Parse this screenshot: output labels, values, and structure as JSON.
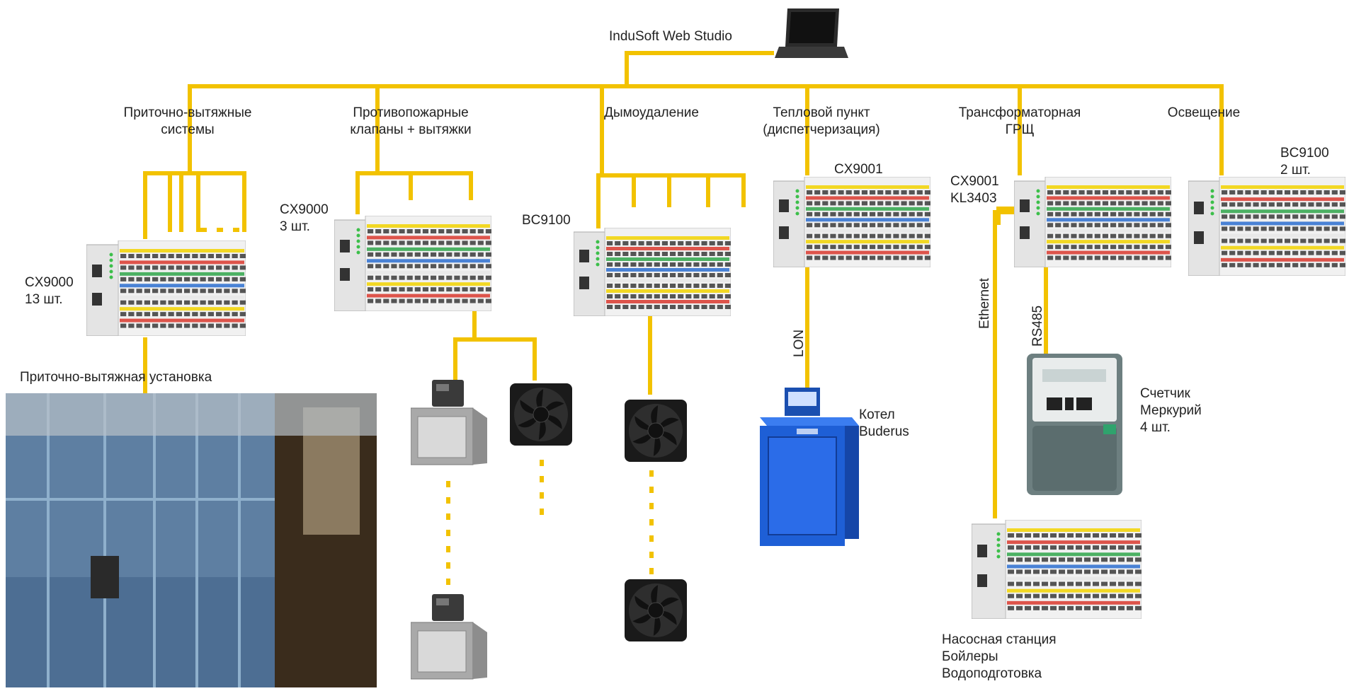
{
  "colors": {
    "bus": "#f2c200",
    "plc_body": "#e8e8e8",
    "boiler": "#1e5fd6",
    "fan": "#1a1a1a"
  },
  "top": {
    "title": "InduSoft Web Studio",
    "icon": "laptop-icon"
  },
  "groups": [
    {
      "label_1": "Приточно-вытяжные",
      "label_2": "системы",
      "device_1": "CX9000",
      "device_2": "13 шт.",
      "photo_caption": "Приточно-вытяжная установка"
    },
    {
      "label_1": "Противопожарные",
      "label_2": "клапаны + вытяжки",
      "device_1": "CX9000",
      "device_2": "3 шт."
    },
    {
      "label_1": "Дымоудаление",
      "device_1": "BC9100"
    },
    {
      "label_1": "Тепловой пункт",
      "label_2": "(диспетчеризация)",
      "device_1": "CX9001",
      "bus": "LON",
      "equip_1": "Котел",
      "equip_2": "Buderus"
    },
    {
      "label_1": "Трансформаторная",
      "label_2": "ГРЩ",
      "device_1": "CX9001",
      "device_2": "KL3403",
      "bus_left": "Ethernet",
      "bus_right": "RS485",
      "meter_1": "Счетчик",
      "meter_2": "Меркурий",
      "meter_3": "4 шт.",
      "pump_1": "Насосная станция",
      "pump_2": "Бойлеры",
      "pump_3": "Водоподготовка"
    },
    {
      "label_1": "Освещение",
      "device_1": "BC9100",
      "device_2": "2 шт."
    }
  ]
}
